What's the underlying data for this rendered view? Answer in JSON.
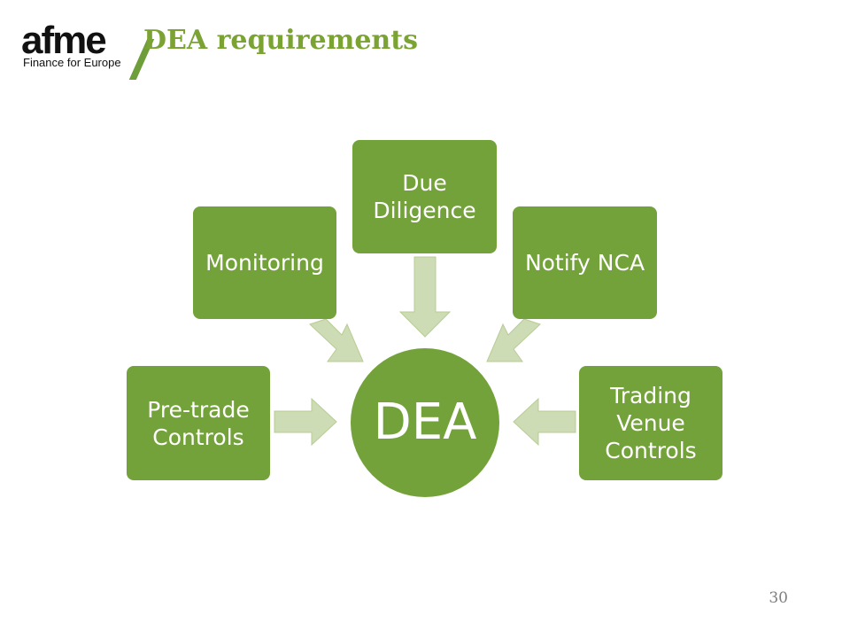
{
  "header": {
    "logo_word": "afme",
    "logo_tagline": "Finance for Europe",
    "title": "DEA requirements"
  },
  "diagram": {
    "center": "DEA",
    "nodes": {
      "pre_trade": "Pre-trade\nControls",
      "monitoring": "Monitoring",
      "due_diligence": "Due\nDiligence",
      "notify_nca": "Notify NCA",
      "trading_venue": "Trading\nVenue\nControls"
    }
  },
  "footer": {
    "page_number": "30"
  },
  "colors": {
    "node_fill": "#74a23a",
    "arrow_fill": "#cddcb5",
    "arrow_stroke": "#b8cc94",
    "title": "#7aa334",
    "logo_slash": "#6e9e3a"
  }
}
